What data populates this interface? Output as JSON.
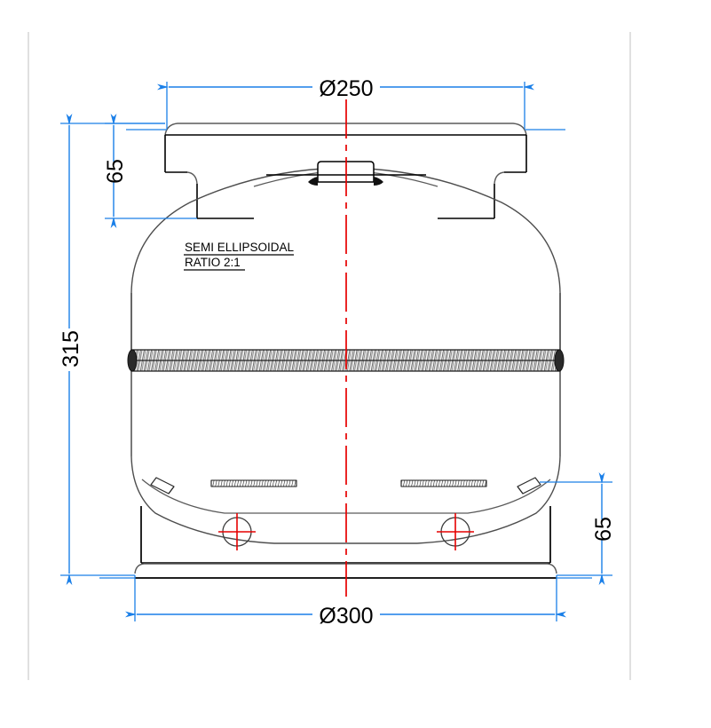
{
  "drawing": {
    "title": "LPG Cylinder Sectional Assembly Drawing",
    "background_color": "#ffffff",
    "sheet_border_color": "#d6d6d6",
    "part_line_color": "#000000",
    "dimension_color": "#1a7fe8",
    "centerline_color": "#e60000",
    "units_note": ""
  },
  "dimensions": {
    "top_diameter": {
      "label": "Ø250",
      "name": "top-collar-diameter",
      "orientation": "horizontal",
      "position": "top"
    },
    "bottom_diameter": {
      "label": "Ø300",
      "name": "base-ring-diameter",
      "orientation": "horizontal",
      "position": "bottom"
    },
    "overall_height": {
      "label": "315",
      "name": "overall-height",
      "orientation": "vertical",
      "position": "left-outer"
    },
    "top_collar_height": {
      "label": "65",
      "name": "top-collar-height",
      "orientation": "vertical",
      "position": "left-inner"
    },
    "base_ring_height": {
      "label": "65",
      "name": "base-ring-height",
      "orientation": "vertical",
      "position": "right"
    }
  },
  "annotations": {
    "head_note_line1": "SEMI ELLIPSOIDAL",
    "head_note_line2": "RATIO 2:1"
  },
  "features": {
    "valve_boss": "valve-boss",
    "neck_ring": "neck-ring",
    "circumferential_weld": "circumferential-weld-band",
    "foot_ring_welds": "foot-ring-weld-strips",
    "drain_hole_left": "drain-hole-left",
    "drain_hole_right": "drain-hole-right",
    "vertical_centerline": "vertical-centerline"
  }
}
